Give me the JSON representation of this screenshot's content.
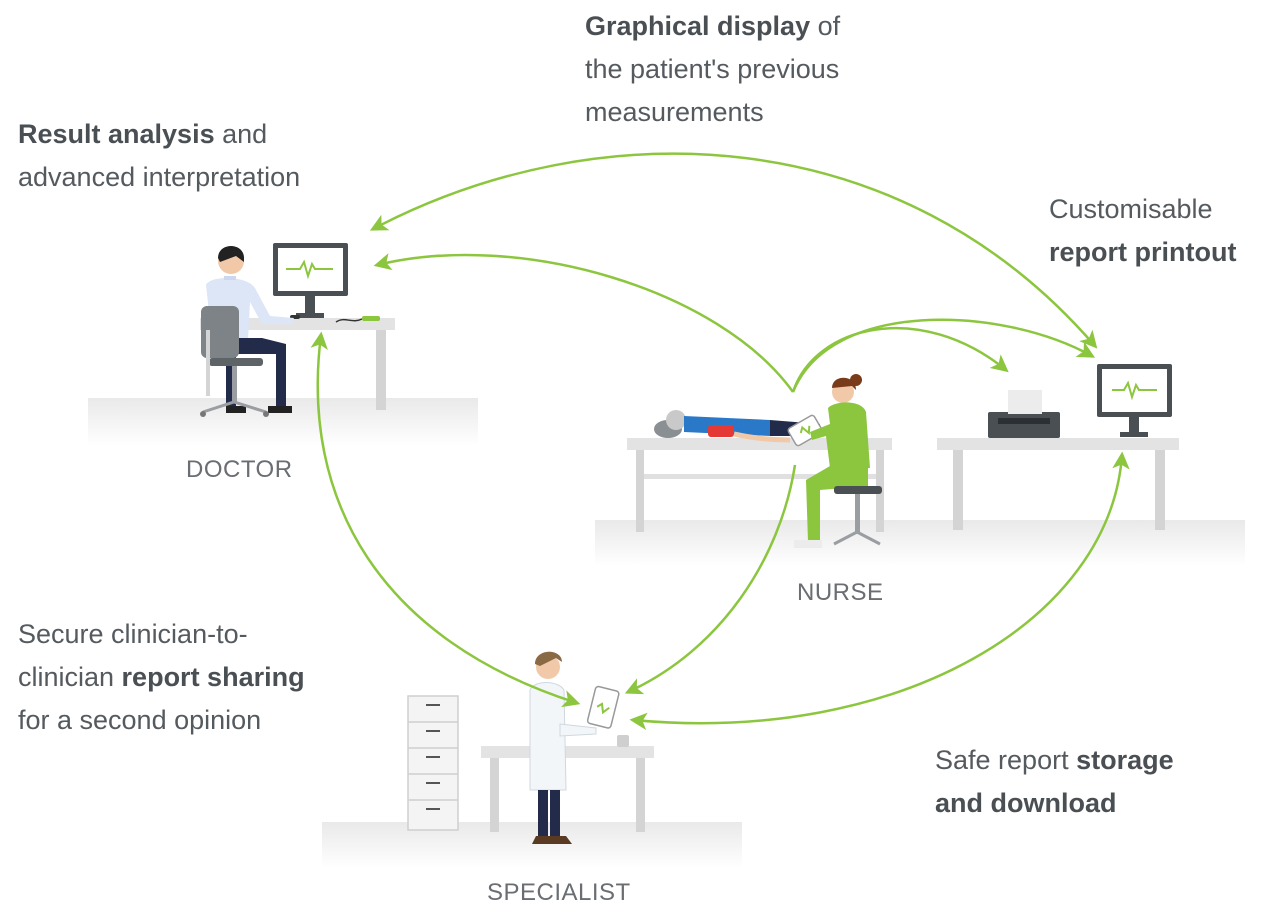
{
  "roles": {
    "doctor": "DOCTOR",
    "nurse": "NURSE",
    "specialist": "SPECIALIST"
  },
  "features": {
    "graphical_display": {
      "bold": "Graphical display",
      "after": " of",
      "line2": "the patient's previous",
      "line3": "measurements"
    },
    "result_analysis": {
      "bold": "Result analysis",
      "after": " and",
      "line2": "advanced interpretation"
    },
    "report_printout": {
      "line1": "Customisable",
      "bold": "report printout"
    },
    "report_sharing": {
      "line1": "Secure clinician-to-",
      "before": "clinician ",
      "bold": "report sharing",
      "line3": "for a second opinion"
    },
    "storage": {
      "before": "Safe report ",
      "bold": "storage",
      "bold2": "and download"
    }
  },
  "colors": {
    "arrow": "#8cc63f",
    "text": "#555a5f",
    "accent": "#8cc63f",
    "floor": "#eeeeee",
    "furniture": "#d9d9d9"
  }
}
